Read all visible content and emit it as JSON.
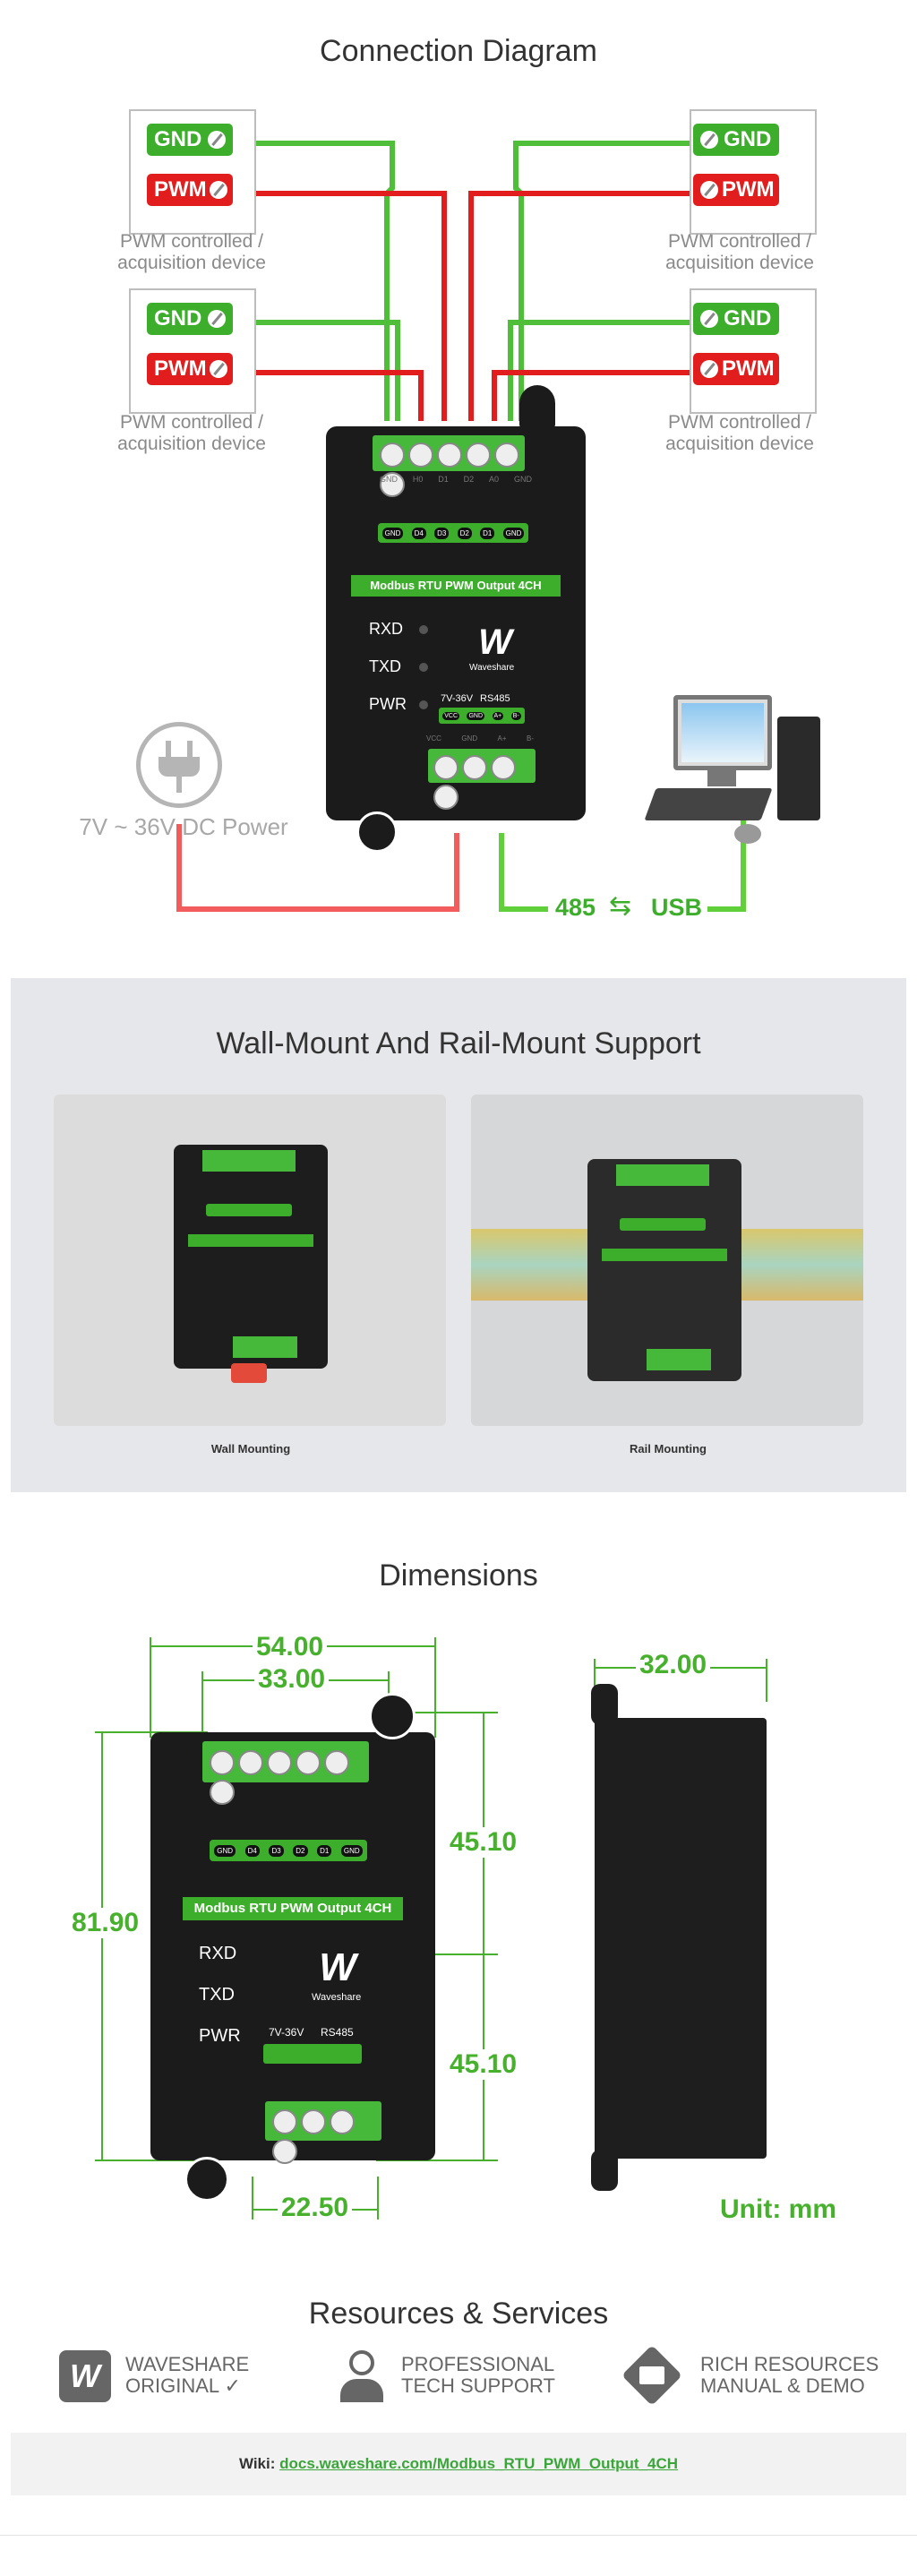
{
  "connection": {
    "title": "Connection Diagram",
    "gnd_label": "GND",
    "pwm_label": "PWM",
    "device_line1": "PWM controlled /",
    "device_line2": "acquisition device",
    "power_label": "7V ~ 36V DC Power",
    "usb_label_left": "485",
    "usb_label_right": "USB",
    "module_name": "Modbus RTU PWM Output 4CH",
    "rxd": "RXD",
    "txd": "TXD",
    "pwr": "PWR",
    "voltage": "7V-36V",
    "rs485": "RS485",
    "brand": "Waveshare",
    "top_pins": [
      "GND",
      "H0",
      "D1",
      "D2",
      "A0",
      "GND"
    ],
    "mid_pins": [
      "GND",
      "D4",
      "D3",
      "D2",
      "D1",
      "GND"
    ],
    "bottom_pins": [
      "VCC",
      "GND",
      "A+",
      "B-"
    ],
    "small_pins": [
      "VCC",
      "GND",
      "A+",
      "B-"
    ]
  },
  "mounting": {
    "title": "Wall-Mount And Rail-Mount Support",
    "wall_caption": "Wall Mounting",
    "rail_caption": "Rail Mounting"
  },
  "dimensions": {
    "title": "Dimensions",
    "width_outer": "54.00",
    "width_inner": "33.00",
    "height_total": "81.90",
    "height_upper": "45.10",
    "height_lower": "45.10",
    "bottom_width": "22.50",
    "depth": "32.00",
    "unit": "Unit: mm"
  },
  "resources": {
    "title": "Resources & Services",
    "items": [
      {
        "line1": "WAVESHARE",
        "line2": "ORIGINAL",
        "icon": "waveshare-logo-icon"
      },
      {
        "line1": "PROFESSIONAL",
        "line2": "TECH SUPPORT",
        "icon": "support-agent-icon"
      },
      {
        "line1": "RICH RESOURCES",
        "line2": "MANUAL & DEMO",
        "icon": "folder-icon"
      }
    ],
    "wiki_prefix": "Wiki:",
    "wiki_link": "docs.waveshare.com/Modbus_RTU_PWM_Output_4CH"
  },
  "colors": {
    "green": "#3dae2b",
    "red": "#e21d1d",
    "dim_green": "#47b02d",
    "panel_gray": "#e6e7ea"
  }
}
